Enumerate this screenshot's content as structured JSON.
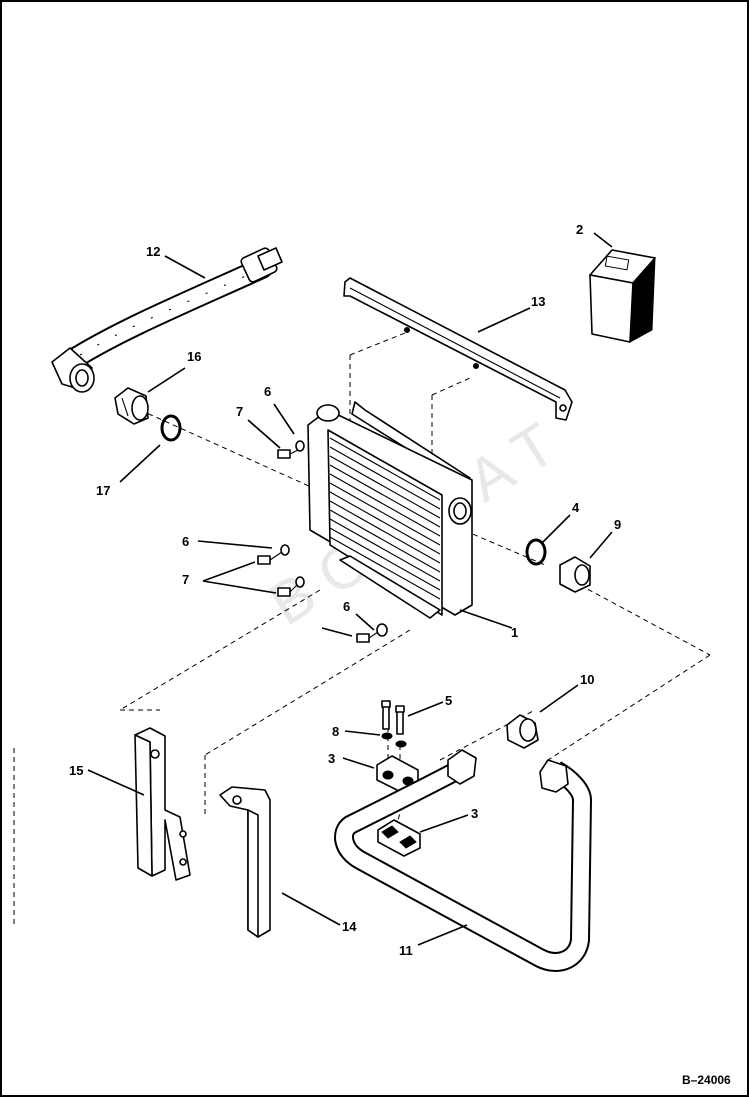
{
  "diagram": {
    "reference_code": "B–24006",
    "callouts": {
      "c1": "1",
      "c2": "2",
      "c3a": "3",
      "c3b": "3",
      "c4": "4",
      "c5": "5",
      "c6a": "6",
      "c6b": "6",
      "c6c": "6",
      "c7a": "7",
      "c7b": "7",
      "c8": "8",
      "c9": "9",
      "c10": "10",
      "c11": "11",
      "c12": "12",
      "c13": "13",
      "c14": "14",
      "c15": "15",
      "c16": "16",
      "c17": "17"
    }
  }
}
